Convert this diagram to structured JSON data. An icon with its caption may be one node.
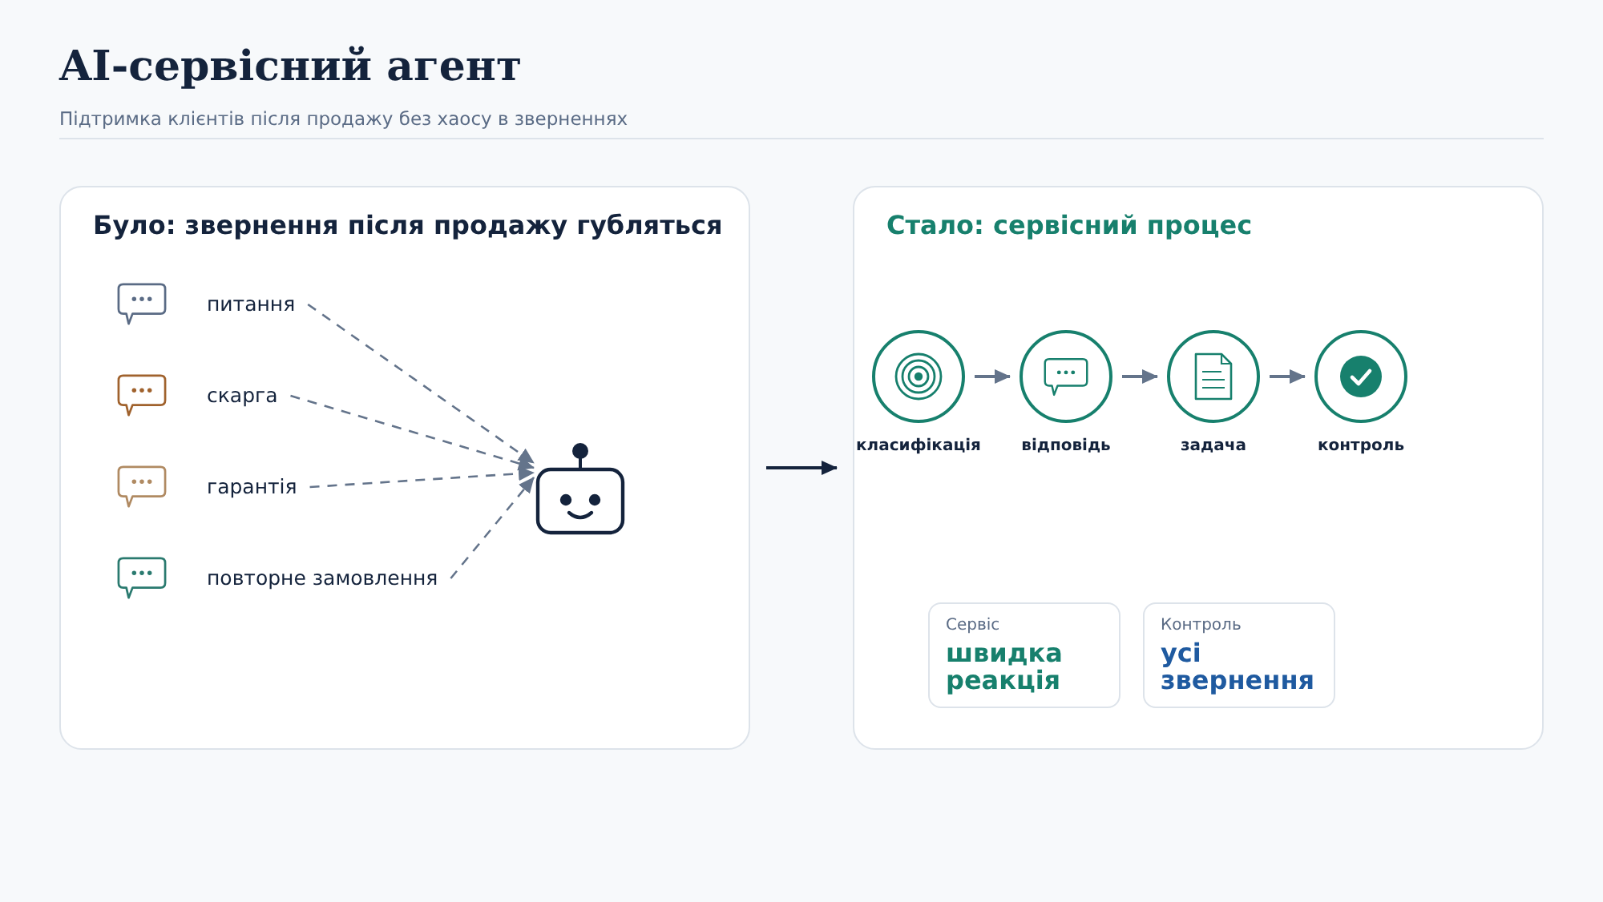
{
  "diagram": {
    "title": "AI-сервісний агент",
    "nodes": [
      {
        "text": [
          "Було: звернення після продажу губляться"
        ]
      },
      {
        "text": [
          "питання"
        ],
        "in": 0
      },
      {
        "text": [
          "скарга"
        ],
        "in": 0
      },
      {
        "text": [
          "гарантія"
        ],
        "in": 0
      },
      {
        "text": [
          "повторне замовлення"
        ],
        "in": 0
      },
      {
        "text": [],
        "shape": "picture",
        "in": 0
      },
      {
        "text": [
          "Стало: сервісний процес"
        ]
      },
      {
        "text": [
          "класифікація"
        ],
        "in": 6
      },
      {
        "text": [
          "відповідь"
        ],
        "in": 6
      },
      {
        "text": [
          "задача"
        ],
        "in": 6
      },
      {
        "text": [
          "контроль"
        ],
        "in": 6
      },
      {
        "text": [
          "Сервіс",
          "швидка реакція"
        ],
        "in": 6
      },
      {
        "text": [
          "Контроль",
          "усі звернення"
        ],
        "in": 6
      }
    ],
    "edges": [
      {
        "from": 1,
        "to": 5,
        "arrow": "to",
        "style": "dashed"
      },
      {
        "from": 2,
        "to": 5,
        "arrow": "to",
        "style": "dashed"
      },
      {
        "from": 3,
        "to": 5,
        "arrow": "to",
        "style": "dashed"
      },
      {
        "from": 4,
        "to": 5,
        "arrow": "to",
        "style": "dashed"
      },
      {
        "from": 0,
        "to": 6,
        "arrow": "to",
        "color": "#14233c"
      },
      {
        "from": 7,
        "to": 8,
        "arrow": "to"
      },
      {
        "from": 8,
        "to": 9,
        "arrow": "to"
      },
      {
        "from": 9,
        "to": 10,
        "arrow": "to"
      }
    ],
    "labels": [
      "Підтримка клієнтів після продажу без хаосу в зверненнях"
    ]
  }
}
